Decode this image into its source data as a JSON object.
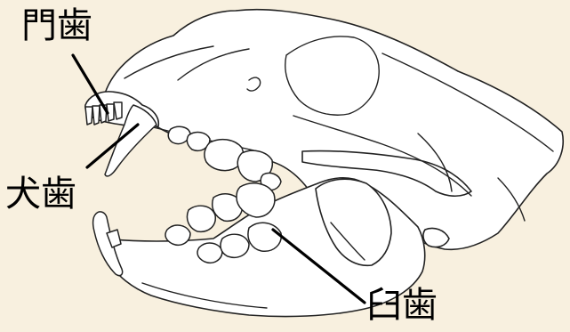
{
  "labels": {
    "incisor": "門歯",
    "canine": "犬歯",
    "molar": "臼歯"
  },
  "colors": {
    "background": "#f8f0df",
    "bone": "#ffffff",
    "outline": "#222222",
    "leader": "#000000"
  }
}
